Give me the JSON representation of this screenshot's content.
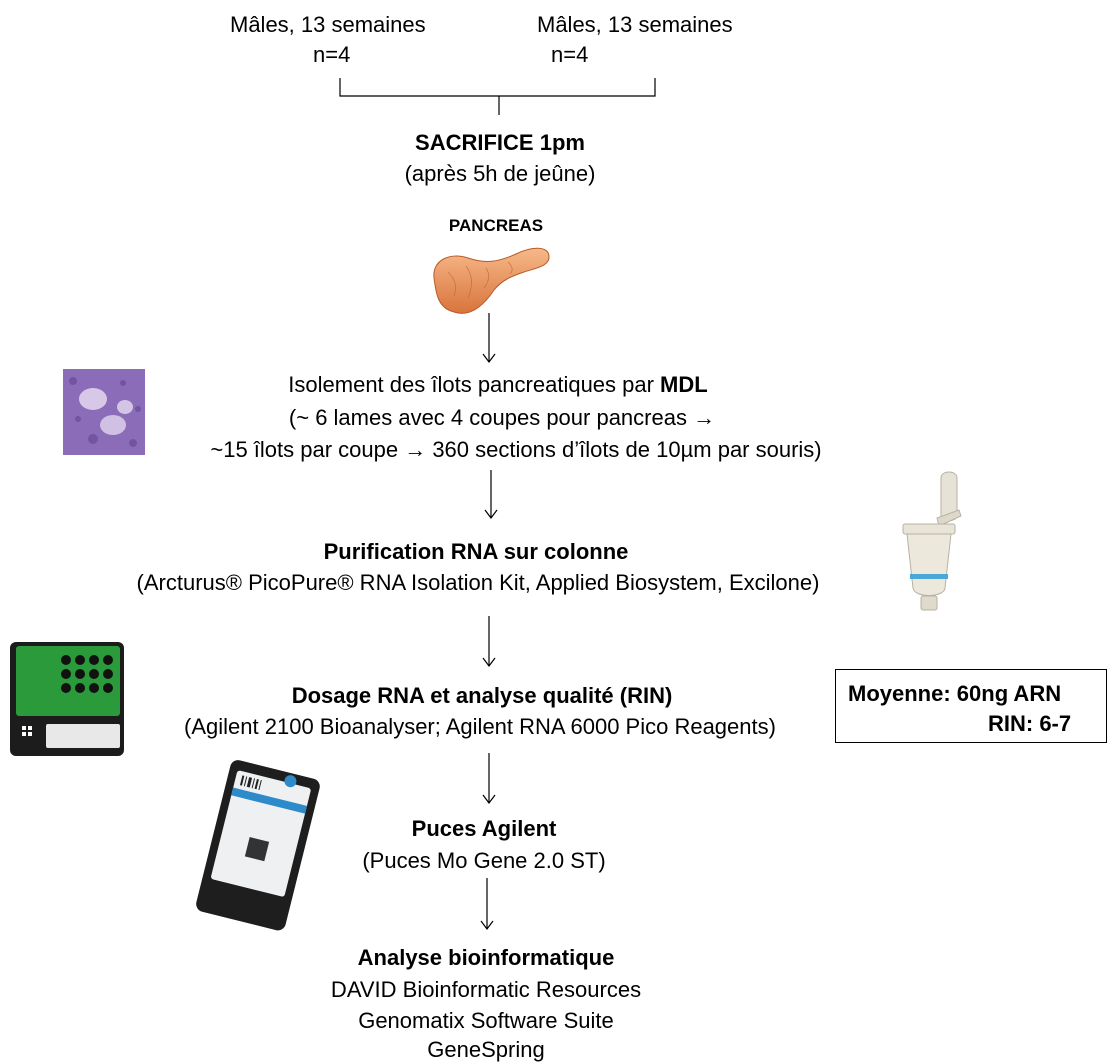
{
  "groups": [
    {
      "label": "Mâles, 13 semaines",
      "n": "n=4"
    },
    {
      "label": "Mâles, 13 semaines",
      "n": "n=4"
    }
  ],
  "sacrifice": {
    "title": "SACRIFICE  1pm",
    "note": "(après 5h de jeûne)"
  },
  "organ": {
    "label": "PANCREAS"
  },
  "isolation": {
    "title_prefix": "Isolement des îlots pancreatiques par ",
    "title_bold": "MDL",
    "line2": "(~ 6 lames avec 4 coupes pour pancreas →",
    "line3": "~15 îlots par coupe → 360 sections d’îlots de 10µm par souris)"
  },
  "purification": {
    "title": "Purification RNA sur colonne",
    "detail": "(Arcturus® PicoPure® RNA Isolation Kit, Applied  Biosystem,  Excilone)"
  },
  "dosage": {
    "title": "Dosage RNA et analyse qualité (RIN)",
    "detail": "(Agilent  2100 Bioanalyser; Agilent  RNA 6000 Pico Reagents)"
  },
  "results_box": {
    "mean": "Moyenne:  60ng ARN",
    "rin": "RIN:  6-7"
  },
  "chips": {
    "title": "Puces Agilent",
    "detail": "(Puces Mo Gene 2.0 ST)"
  },
  "analysis": {
    "title": "Analyse bioinformatique",
    "tools": [
      "DAVID Bioinformatic  Resources",
      "Genomatix Software Suite",
      "GeneSpring"
    ]
  },
  "colors": {
    "pancreas": "#e8925a",
    "histology": "#8a6cb8",
    "labchip": "#2b9a3a",
    "tube_band": "#4aa8d8"
  }
}
